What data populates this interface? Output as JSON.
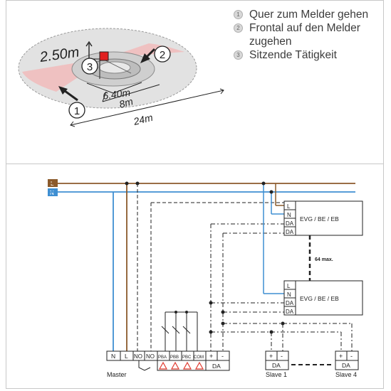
{
  "detection_figure": {
    "height_label": "2.50m",
    "inner_label": "6.40m",
    "middle_label": "8m",
    "outer_label": "24m",
    "markers": [
      "1",
      "2",
      "3"
    ]
  },
  "legend": {
    "items": [
      {
        "number": "1",
        "text": "Quer zum Melder gehen"
      },
      {
        "number": "2",
        "text": "Frontal auf den Melder zugehen"
      },
      {
        "number": "3",
        "text": "Sitzende Tätigkeit"
      }
    ]
  },
  "wiring": {
    "bus": {
      "L": "L",
      "N": "N"
    },
    "colors": {
      "L_wire": "#8b5a2b",
      "N_wire": "#3f8fd2",
      "warning": "#e03a2f"
    },
    "master": {
      "terminals": [
        "N",
        "L",
        "NO",
        "NO",
        "PBA",
        "PBB",
        "PBC",
        "COM",
        "+",
        "-"
      ],
      "da_label": "DA",
      "name": "Master"
    },
    "ballasts": [
      {
        "label": "EVG / BE / EB",
        "terminals": [
          "L",
          "N",
          "DA",
          "DA"
        ]
      },
      {
        "label": "EVG / BE / EB",
        "terminals": [
          "L",
          "N",
          "DA",
          "DA"
        ]
      }
    ],
    "max_label": "64 max.",
    "slaves": [
      {
        "terminals": [
          "+",
          "-"
        ],
        "da_label": "DA",
        "name": "Slave 1"
      },
      {
        "terminals": [
          "+",
          "-"
        ],
        "da_label": "DA",
        "name": "Slave 4"
      }
    ]
  }
}
